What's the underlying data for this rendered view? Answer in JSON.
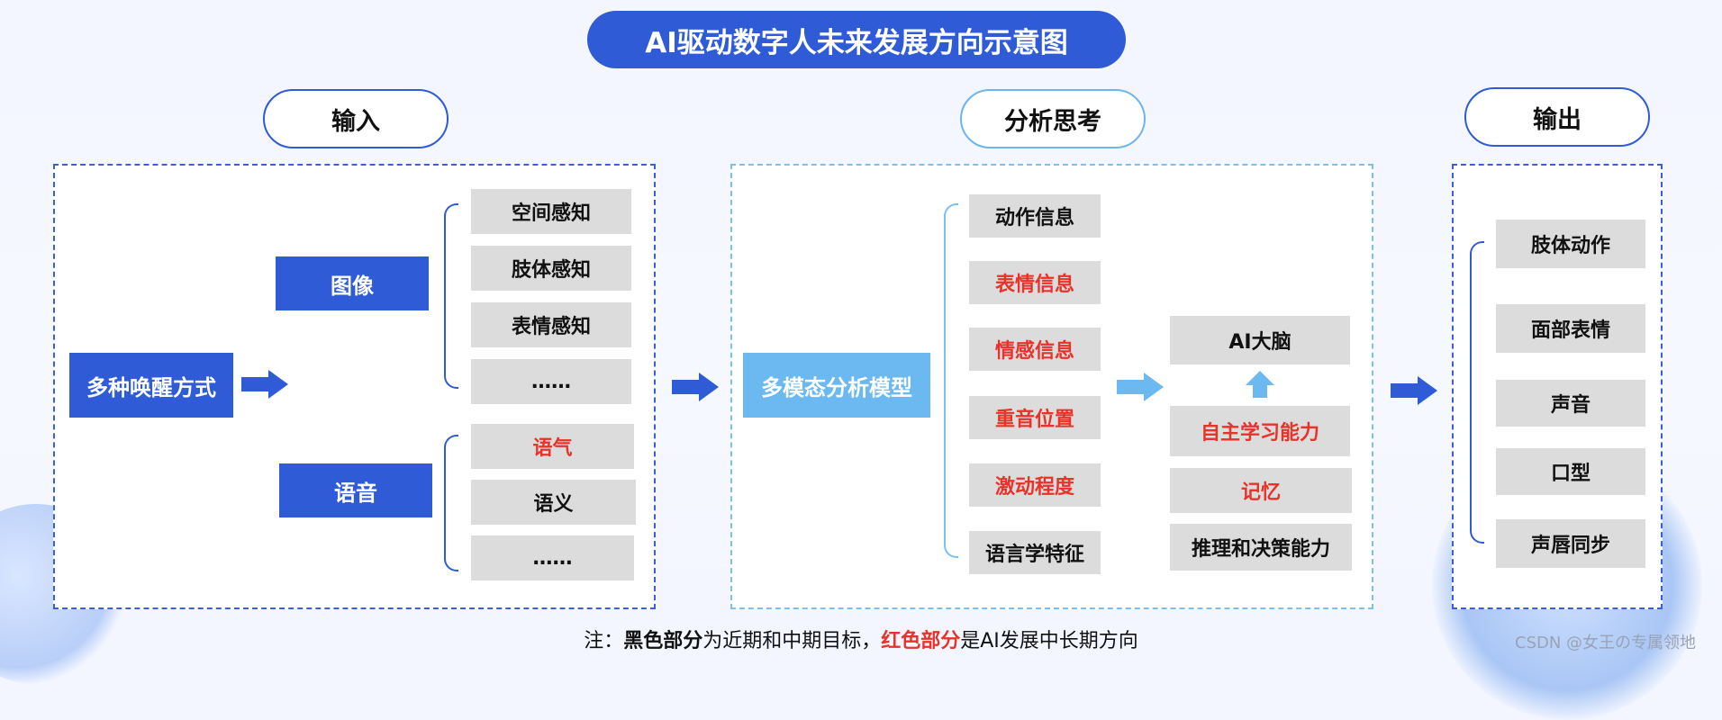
{
  "title": "AI驱动数字人未来发展方向示意图",
  "headers": {
    "input": "输入",
    "think": "分析思考",
    "output": "输出"
  },
  "input": {
    "source": "多种唤醒方式",
    "image": {
      "label": "图像",
      "items": [
        "空间感知",
        "肢体感知",
        "表情感知",
        "……"
      ]
    },
    "voice": {
      "label": "语音",
      "items": [
        "语气",
        "语义",
        "……"
      ]
    }
  },
  "think": {
    "model": "多模态分析模型",
    "items": [
      "动作信息",
      "表情信息",
      "情感信息",
      "重音位置",
      "激动程度",
      "语言学特征"
    ],
    "brain": "AI大脑",
    "abilities": [
      "自主学习能力",
      "记忆",
      "推理和决策能力"
    ]
  },
  "output": {
    "items": [
      "肢体动作",
      "面部表情",
      "声音",
      "口型",
      "声唇同步"
    ]
  },
  "note": {
    "prefix": "注：",
    "black_label": "黑色部分",
    "mid": "为近期和中期目标，",
    "red_label": "红色部分",
    "suffix": "是AI发展中长期方向"
  },
  "watermark": "CSDN @女王の专属领地",
  "colors": {
    "primary": "#2f5bd7",
    "light_blue": "#6cb8f0",
    "red": "#e8322a",
    "gray_box": "#dcdcdc"
  }
}
